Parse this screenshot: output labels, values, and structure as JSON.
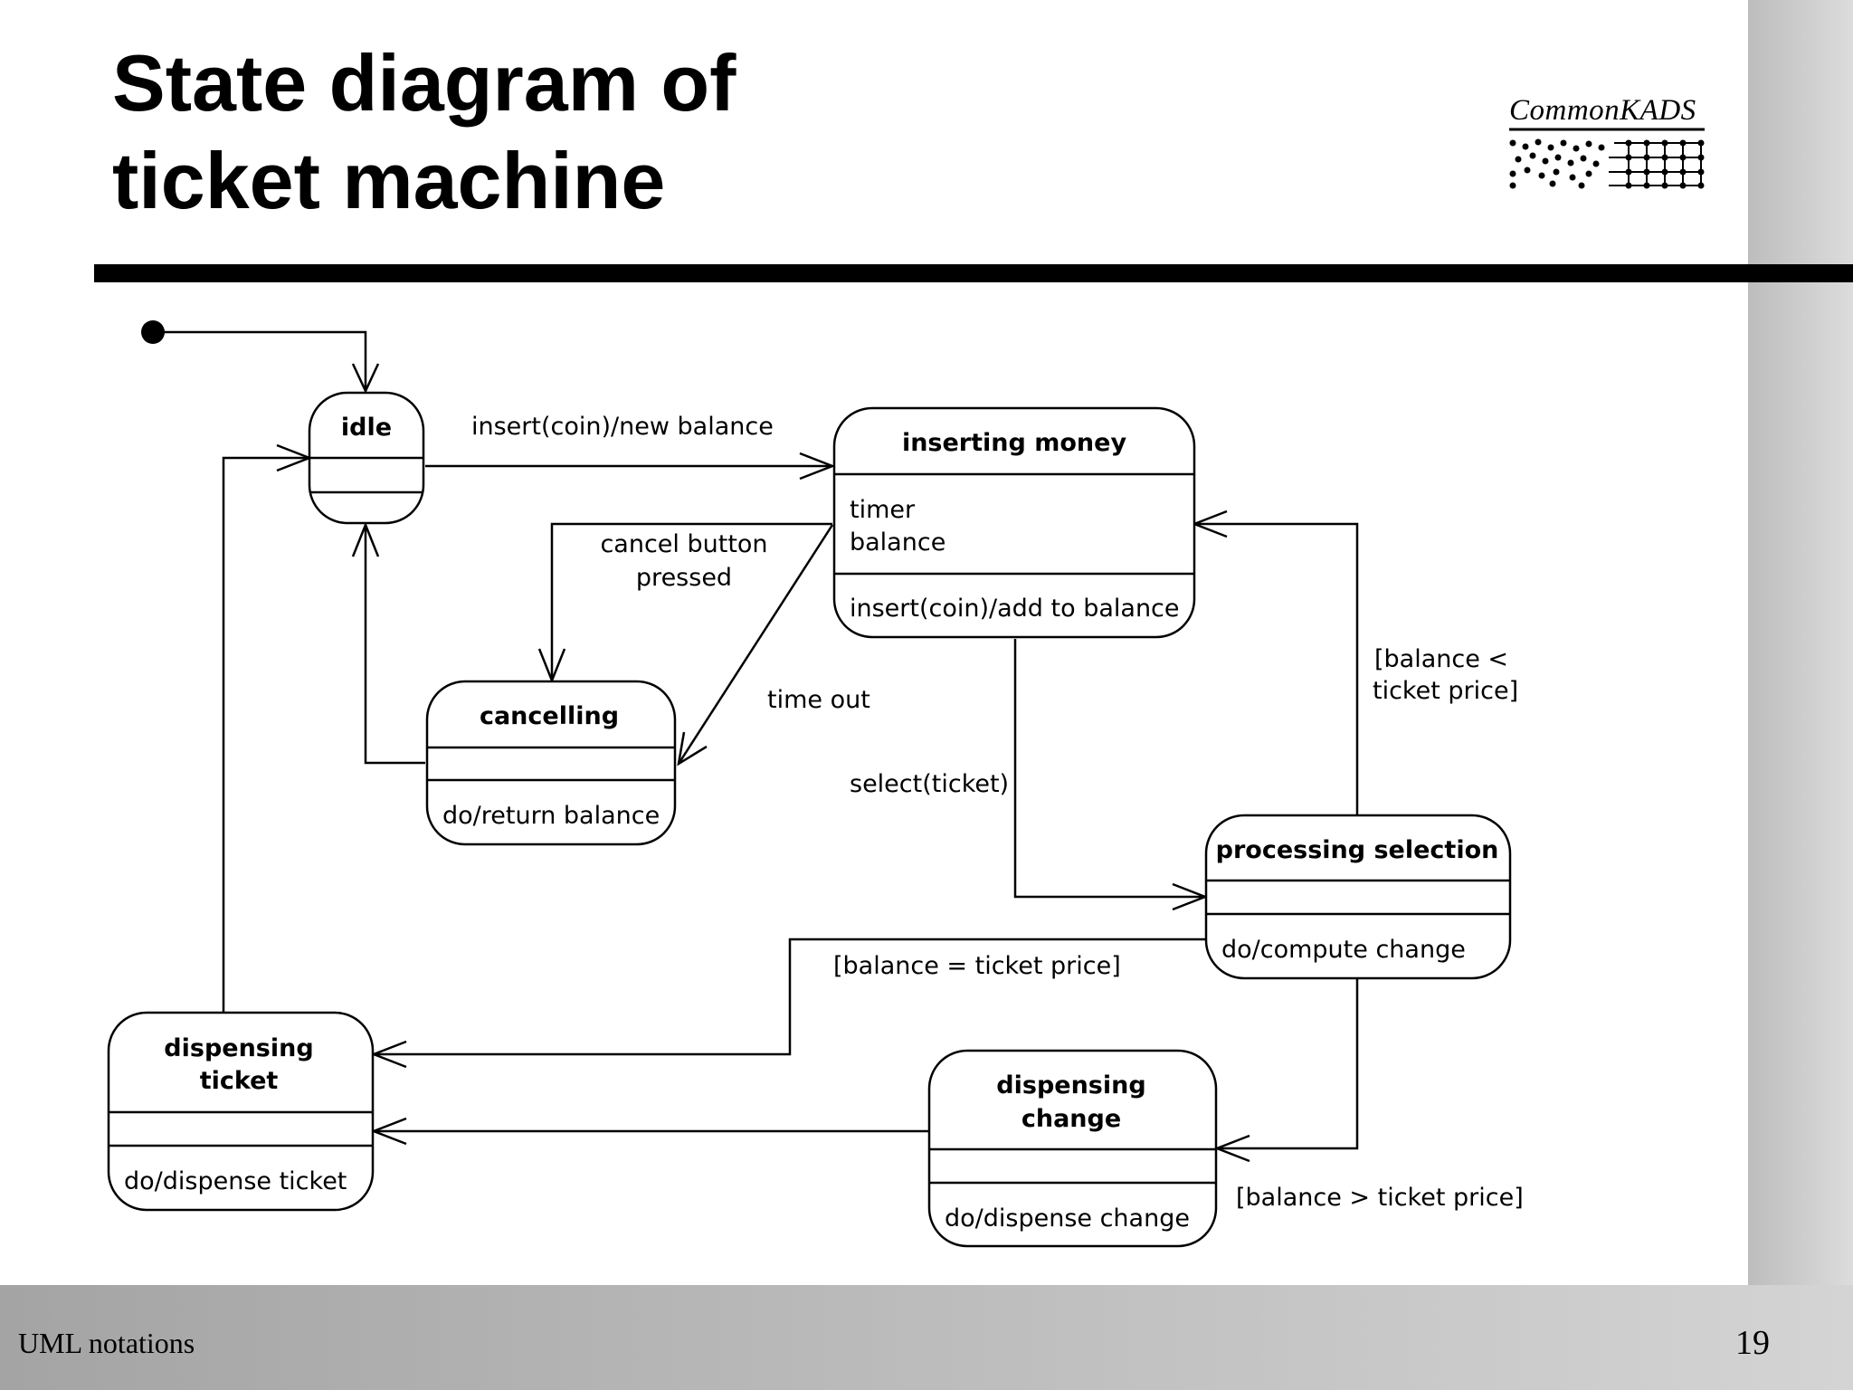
{
  "slide": {
    "title_line1": "State diagram of",
    "title_line2": "ticket machine",
    "logo_text": "CommonKADS",
    "footer_left": "UML notations",
    "page_number": "19"
  },
  "states": {
    "idle": {
      "name": "idle"
    },
    "inserting_money": {
      "name": "inserting money",
      "attribute_1": "timer",
      "attribute_2": "balance",
      "activity": "insert(coin)/add to balance"
    },
    "cancelling": {
      "name": "cancelling",
      "activity": "do/return balance"
    },
    "processing_selection": {
      "name": "processing selection",
      "activity": "do/compute change"
    },
    "dispensing_ticket": {
      "name_line1": "dispensing",
      "name_line2": "ticket",
      "activity": "do/dispense ticket"
    },
    "dispensing_change": {
      "name_line1": "dispensing",
      "name_line2": "change",
      "activity": "do/dispense change"
    }
  },
  "transitions": {
    "insert_coin": "insert(coin)/new balance",
    "cancel_line1": "cancel button",
    "cancel_line2": "pressed",
    "time_out": "time out",
    "select_ticket": "select(ticket)",
    "balance_less_line1": "[balance <",
    "balance_less_line2": "ticket price]",
    "balance_equal": "[balance = ticket price]",
    "balance_greater": "[balance > ticket price]"
  }
}
